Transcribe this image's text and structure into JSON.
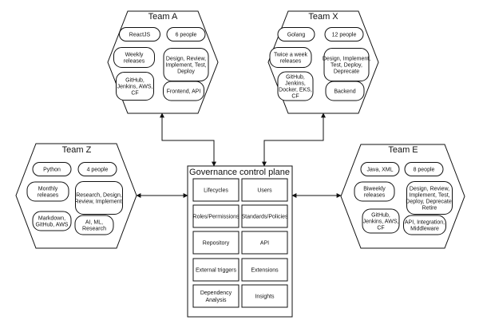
{
  "teams": {
    "team_a": {
      "title": "Team A",
      "chips": [
        [
          "ReactJS"
        ],
        [
          "6 people"
        ],
        [
          "Weekly",
          "releases"
        ],
        [
          "Design, Review,",
          "Implement, Test,",
          "Deploy"
        ],
        [
          "GitHub,",
          "Jenkins, AWS,",
          "CF"
        ],
        [
          "Frontend, API"
        ]
      ]
    },
    "team_x": {
      "title": "Team X",
      "chips": [
        [
          "Golang"
        ],
        [
          "12 people"
        ],
        [
          "Twice a week",
          "releases"
        ],
        [
          "Design, Implement,",
          "Test, Deploy,",
          "Deprecate"
        ],
        [
          "GitHub,",
          "Jenkins,",
          "Docker, EKS,",
          "CF"
        ],
        [
          "Backend"
        ]
      ]
    },
    "team_z": {
      "title": "Team Z",
      "chips": [
        [
          "Python"
        ],
        [
          "4 people"
        ],
        [
          "Monthly",
          "releases"
        ],
        [
          "Research, Design,",
          "Review, Implement,"
        ],
        [
          "Markdown,",
          "GitHub, AWS"
        ],
        [
          "AI, ML,",
          "Research"
        ]
      ]
    },
    "team_e": {
      "title": "Team E",
      "chips": [
        [
          "Java, XML"
        ],
        [
          "8 people"
        ],
        [
          "Biweekly",
          "releases"
        ],
        [
          "Design, Review,",
          "Implement, Test,",
          "Deploy, Deprecate,",
          "Retire"
        ],
        [
          "GitHub,",
          "Jenkins, AWS,",
          "CF"
        ],
        [
          "API, Integration,",
          "Middleware"
        ]
      ]
    }
  },
  "control_plane": {
    "title": "Governance control plane",
    "cells": [
      [
        "Lifecycles"
      ],
      [
        "Users"
      ],
      [
        "Roles/Permissions"
      ],
      [
        "Standards/Policies"
      ],
      [
        "Repository"
      ],
      [
        "API"
      ],
      [
        "External triggers"
      ],
      [
        "Extensions"
      ],
      [
        "Dependency",
        "Analysis"
      ],
      [
        "Insights"
      ]
    ]
  }
}
